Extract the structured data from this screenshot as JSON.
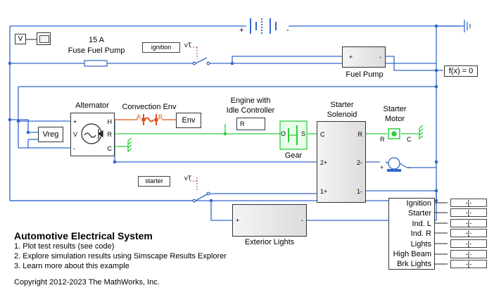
{
  "diagram": {
    "fuse_rating": "15 A",
    "fuse_label": "Fuse Fuel Pump",
    "ignition_tag": "ignition",
    "starter_tag": "starter",
    "vt_label": "vT",
    "fuel_pump_label": "Fuel Pump",
    "fx_label": "f(x) = 0",
    "alternator_label": "Alternator",
    "alt_ports": {
      "plus": "+",
      "v": "V",
      "minus": "-",
      "h": "H",
      "r": "R",
      "c": "C"
    },
    "convection_label": "Convection Env",
    "conv_ports": {
      "a": "A",
      "b": "B"
    },
    "env_label": "Env",
    "engine_label_1": "Engine with",
    "engine_label_2": "Idle Controller",
    "engine_port": "R",
    "gear_label": "Gear",
    "gear_ports": {
      "o": "O",
      "s": "S"
    },
    "solenoid_label_1": "Starter",
    "solenoid_label_2": "Solenoid",
    "solenoid_ports": {
      "c": "C",
      "r": "R",
      "two_plus": "2+",
      "two_minus": "2-",
      "one_plus": "1+",
      "one_minus": "1-"
    },
    "motor_label_1": "Starter",
    "motor_label_2": "Motor",
    "motor_ports": {
      "r": "R",
      "c": "C",
      "plus": "+",
      "minus": "-"
    },
    "vreg_label": "Vreg",
    "voltmeter_label": "V",
    "exterior_label": "Exterior Lights",
    "battery_plus": "+",
    "battery_minus": "-",
    "block_plus": "+",
    "block_minus": "-",
    "bus_signals": [
      "Ignition",
      "Starter",
      "Ind. L",
      "Ind. R",
      "Lights",
      "High Beam",
      "Brk Lights"
    ],
    "tag_text": "-[-"
  },
  "doc": {
    "title": "Automotive Electrical System",
    "items": [
      "1. Plot test results (see code)",
      "2. Explore simulation results using Simscape Results Explorer",
      "3. Learn more about this example"
    ],
    "copyright": "Copyright 2012-2023 The MathWorks, Inc."
  },
  "colors": {
    "electrical": "#3366cc",
    "thermal": "#e0561a",
    "mechanical": "#2ecc40",
    "signal": "#222222",
    "physical_signal": "#b03060"
  }
}
